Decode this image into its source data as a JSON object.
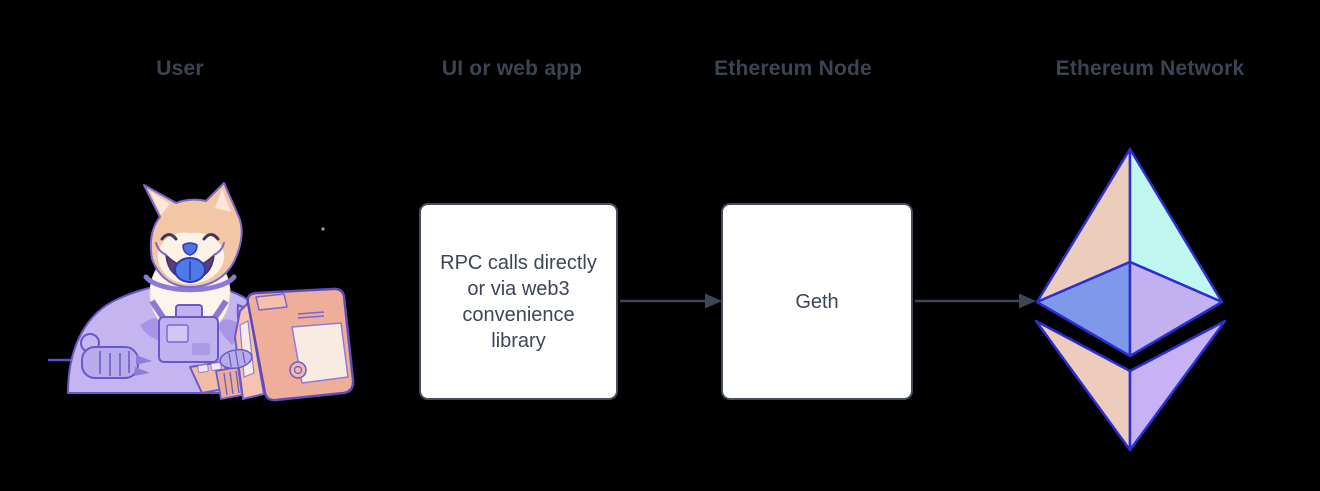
{
  "diagram": {
    "labels": {
      "user": "User",
      "ui": "UI or web app",
      "node": "Ethereum Node",
      "network": "Ethereum Network"
    },
    "boxes": {
      "ui": {
        "lines": [
          "RPC calls directly",
          "or via web3",
          "convenience",
          "library"
        ]
      },
      "node": {
        "text": "Geth"
      }
    },
    "illustrations": {
      "user": "doge-astronaut-at-computer",
      "network": "ethereum-diamond-logo"
    },
    "connections": [
      {
        "from": "ui",
        "to": "node"
      },
      {
        "from": "node",
        "to": "network"
      }
    ]
  },
  "colors": {
    "background": "#000000",
    "label_text": "#3b4453",
    "box_fill": "#ffffff",
    "box_border": "#454c5c",
    "box_text": "#3d4556",
    "arrow": "#3f4554",
    "eth_outline": "#2b2ed1",
    "eth_top_left": "#eccdbc",
    "eth_top_right": "#c0f7f0",
    "eth_mid_left": "#8098e9",
    "eth_mid_right": "#c3b0f1",
    "eth_bottom_left": "#edccbc",
    "eth_bottom_right": "#c6b2f4",
    "doge_fur": "#f3c6a5",
    "doge_suit": "#c4b4f0",
    "doge_tongue": "#4f79e6",
    "computer_body": "#efae99"
  }
}
